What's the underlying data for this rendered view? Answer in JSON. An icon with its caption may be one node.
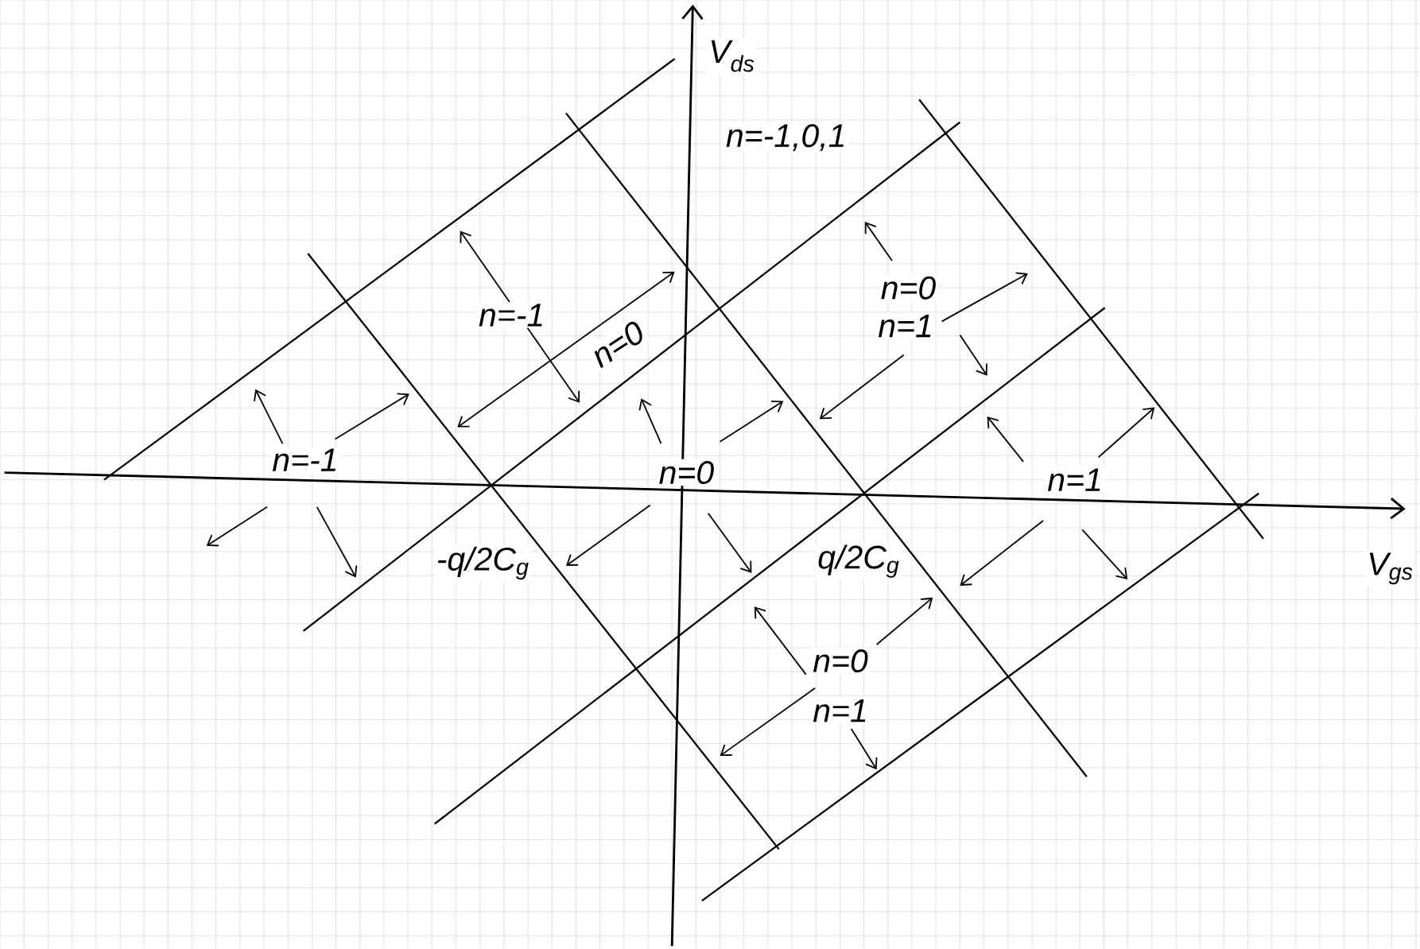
{
  "diagram": {
    "labels": [
      "V$_{ds}$",
      "V$_{gs}$",
      "n=-1,0,1",
      "n=-1",
      "n=0",
      "n=0",
      "n=1",
      "n=-1",
      "n=0",
      "n=1",
      "-q/2C$_{g}$",
      "q/2C$_{g}$",
      "n=0",
      "n=1"
    ]
  }
}
